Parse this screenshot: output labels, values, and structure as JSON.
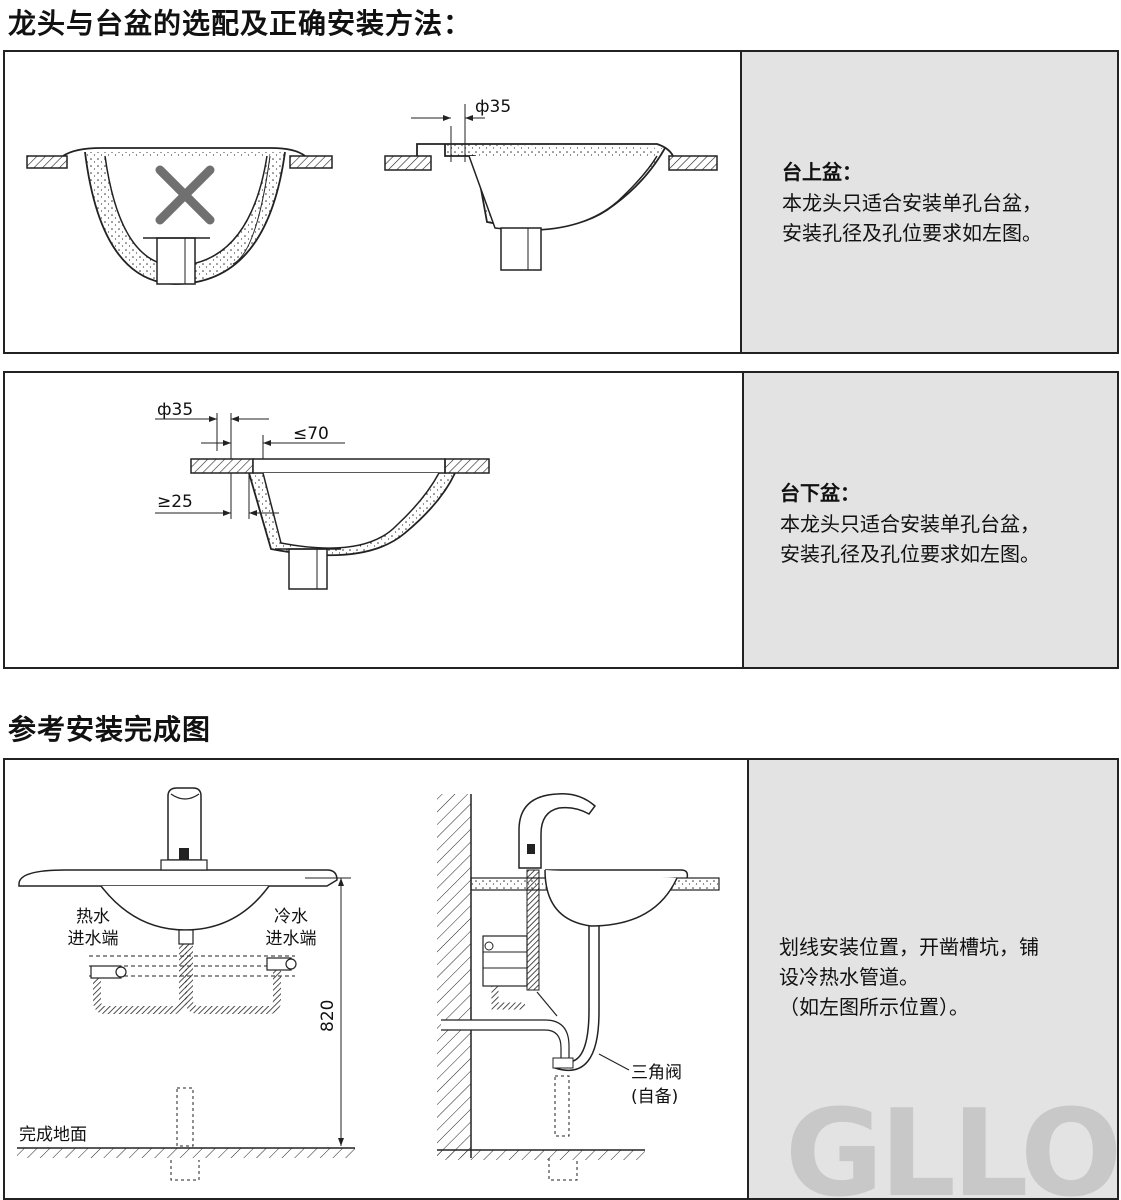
{
  "section1_title": "龙头与台盆的选配及正确安装方法：",
  "panel_above": {
    "title": "台上盆：",
    "body": "本龙头只适合安装单孔台盆，\n安装孔径及孔位要求如左图。",
    "dim_hole": "ф35"
  },
  "panel_under": {
    "title": "台下盆：",
    "body": "本龙头只适合安装单孔台盆，\n安装孔径及孔位要求如左图。",
    "dim_hole": "ф35",
    "dim_max": "≤70",
    "dim_min": "≥25"
  },
  "section2_title": "参考安装完成图",
  "panel_install": {
    "hot_inlet": [
      "热水",
      "进水端"
    ],
    "cold_inlet": [
      "冷水",
      "进水端"
    ],
    "height": "820",
    "floor": "完成地面",
    "valve": [
      "三角阀",
      "(自备)"
    ],
    "body": "划线安装位置，开凿槽坑，铺\n设冷热水管道。\n（如左图所示位置）。"
  },
  "logo": "GLLO",
  "colors": {
    "panel_gray": "#e3e3e3",
    "line": "#222222",
    "wrong_mark": "#707070",
    "logo": "#c8c8c8"
  }
}
